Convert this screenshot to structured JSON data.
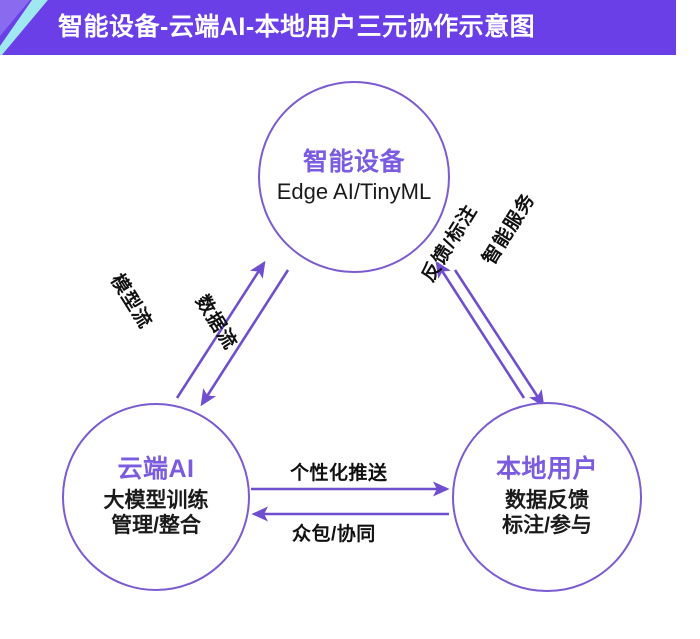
{
  "header": {
    "title": "智能设备-云端AI-本地用户三元协作示意图",
    "bar_color": "#6A3FE8",
    "accent_color": "#9FE8F2",
    "title_color": "#FFFFFF"
  },
  "theme": {
    "background": "#FFFFFF",
    "node_title_color": "#7B5CE0",
    "node_border_color": "#7A5BD0",
    "node_fill": "#FFFFFF",
    "arrow_color": "#6F4FCF",
    "label_color": "#111111"
  },
  "diagram": {
    "type": "triad-collaboration",
    "nodes": [
      {
        "id": "device",
        "title": "智能设备",
        "subtitle_lines": [
          "Edge AI/TinyML"
        ],
        "position": "top"
      },
      {
        "id": "cloud",
        "title": "云端AI",
        "subtitle_lines": [
          "大模型训练",
          "管理/整合"
        ],
        "position": "bottom-left"
      },
      {
        "id": "user",
        "title": "本地用户",
        "subtitle_lines": [
          "数据反馈",
          "标注/参与"
        ],
        "position": "bottom-right"
      }
    ],
    "edges": [
      {
        "id": "model-flow",
        "label": "模型流",
        "from": "cloud",
        "to": "device",
        "side": "left",
        "direction": "up"
      },
      {
        "id": "data-flow",
        "label": "数据流",
        "from": "device",
        "to": "cloud",
        "side": "left",
        "direction": "down"
      },
      {
        "id": "feedback",
        "label": "反馈/标注",
        "from": "user",
        "to": "device",
        "side": "right",
        "direction": "up"
      },
      {
        "id": "smart-service",
        "label": "智能服务",
        "from": "device",
        "to": "user",
        "side": "right",
        "direction": "down"
      },
      {
        "id": "push",
        "label": "个性化推送",
        "from": "cloud",
        "to": "user",
        "side": "bottom",
        "direction": "right"
      },
      {
        "id": "crowd",
        "label": "众包/协同",
        "from": "user",
        "to": "cloud",
        "side": "bottom",
        "direction": "left"
      }
    ]
  }
}
